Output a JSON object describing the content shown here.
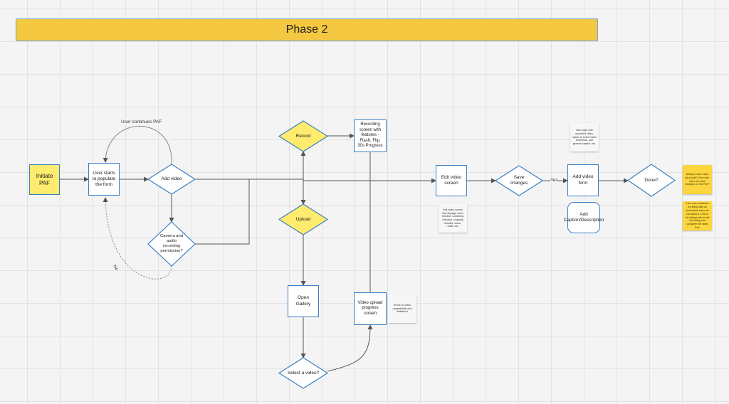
{
  "banner": {
    "title": "Phase 2"
  },
  "nodes": {
    "initiate": "Initiate PAF",
    "populate": "User starts to populate the form",
    "add_video": "Add video",
    "camera_perm": "Camera and audio recording permission?",
    "record": "Record",
    "upload": "Upload",
    "recording_screen": "Recording screen with features - Flash, Flip, 30s Progress",
    "open_gallery": "Open Gallery",
    "select_video": "Select a video?",
    "upload_progress": "Video upload progress screen",
    "edit_video": "Edit video screen",
    "save_changes": "Save changes",
    "add_video_form": "Add video form",
    "add_caption": "Add Caption/Description",
    "done": "Done?"
  },
  "notes": {
    "edit_screen_note": "Edit video screen that displays video timeline, scrubbing indicator, cropping handles, zoom, rotate, etc.",
    "errors_note": "Errors on video compatibility and limitations",
    "new_page_note": "New page with uploaded video, option to select video thumbnail, add general caption, etc.",
    "draft_note": "Ability to save video as a draft? If the user does not save changes on the PAF?",
    "publish_note": "If the user publishes the listing with an incomplete video we can show a CTA on the listings tab to edit the listing and complete the video flow"
  },
  "edge_labels": {
    "user_continues": "User continues PAF",
    "no": "No",
    "yes": "Yes"
  },
  "colors": {
    "banner": "#f5c842",
    "node_border": "#3a7fc4",
    "decision_yellow": "#ffec6e",
    "sticky_yellow": "#fcd63c",
    "connector": "#555555"
  }
}
